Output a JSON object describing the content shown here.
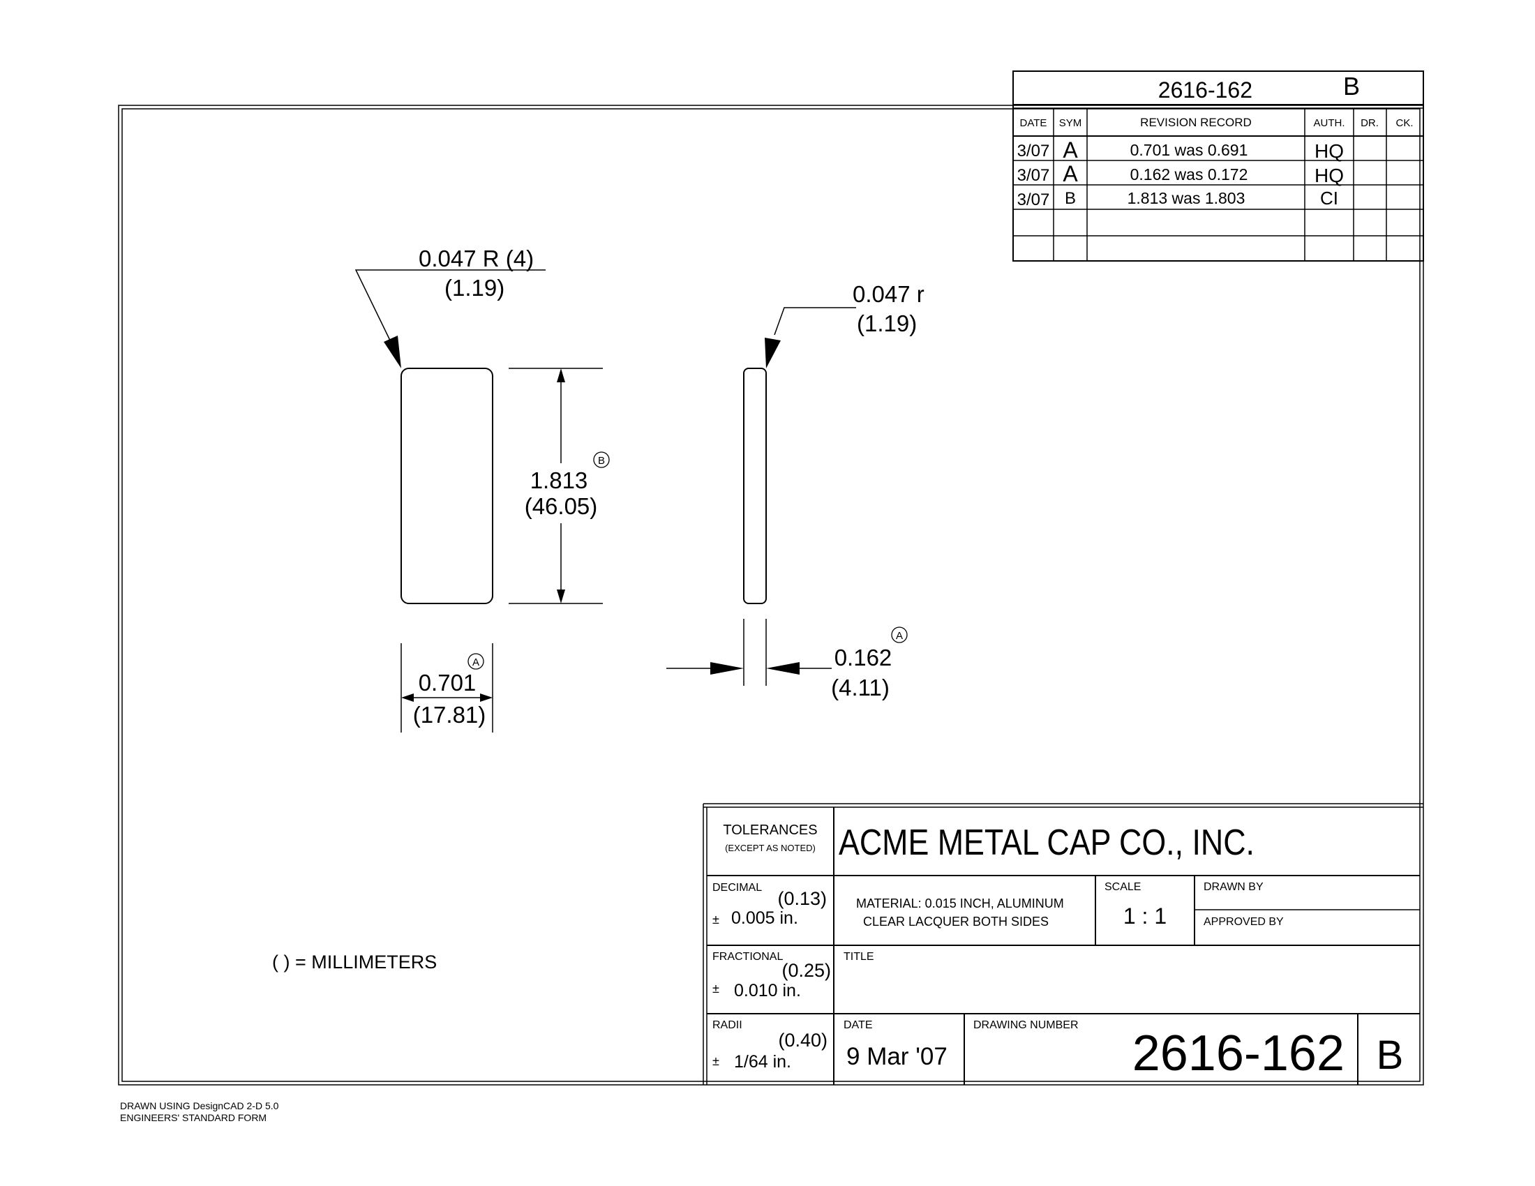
{
  "revision_block": {
    "header_number": "2616-162",
    "header_rev": "B",
    "columns": [
      "DATE",
      "SYM",
      "REVISION RECORD",
      "AUTH.",
      "DR.",
      "CK."
    ],
    "rows": [
      {
        "date": "3/07",
        "sym": "A",
        "record": "0.701  was 0.691",
        "auth": "HQ",
        "dr": "",
        "ck": ""
      },
      {
        "date": "3/07",
        "sym": "A",
        "record": "0.162  was 0.172",
        "auth": "HQ",
        "dr": "",
        "ck": ""
      },
      {
        "date": "3/07",
        "sym": "B",
        "record": "1.813 was 1.803",
        "auth": "CI",
        "dr": "",
        "ck": ""
      },
      {
        "date": "",
        "sym": "",
        "record": "",
        "auth": "",
        "dr": "",
        "ck": ""
      },
      {
        "date": "",
        "sym": "",
        "record": "",
        "auth": "",
        "dr": "",
        "ck": ""
      }
    ]
  },
  "dimensions": {
    "front_radius": {
      "inch": "0.047 R (4)",
      "mm": "(1.19)"
    },
    "side_radius": {
      "inch": "0.047 r",
      "mm": "(1.19)"
    },
    "height": {
      "inch": "1.813",
      "mm": "(46.05)",
      "rev": "B"
    },
    "width": {
      "inch": "0.701",
      "mm": "(17.81)",
      "rev": "A"
    },
    "thickness": {
      "inch": "0.162",
      "mm": "(4.11)",
      "rev": "A"
    }
  },
  "units_note": "( ) = MILLIMETERS",
  "title_block": {
    "tolerances_label": "TOLERANCES",
    "tolerances_note": "(EXCEPT AS NOTED)",
    "company": "ACME METAL CAP CO., INC.",
    "decimal": {
      "label": "DECIMAL",
      "mm": "(0.13)",
      "pm": "±",
      "value": "0.005 in."
    },
    "fractional": {
      "label": "FRACTIONAL",
      "mm": "(0.25)",
      "pm": "±",
      "value": "0.010 in."
    },
    "radii": {
      "label": "RADII",
      "mm": "(0.40)",
      "pm": "±",
      "value": "1/64 in."
    },
    "material_line1": "MATERIAL: 0.015 INCH, ALUMINUM",
    "material_line2": "CLEAR LACQUER BOTH SIDES",
    "scale_label": "SCALE",
    "scale_value": "1 : 1",
    "drawn_by_label": "DRAWN BY",
    "approved_by_label": "APPROVED BY",
    "title_label": "TITLE",
    "date_label": "DATE",
    "date_value": "9 Mar '07",
    "drawing_number_label": "DRAWING NUMBER",
    "drawing_number": "2616-162",
    "revision": "B"
  },
  "footer": {
    "line1": "DRAWN USING DesignCAD 2-D 5.0",
    "line2": "ENGINEERS' STANDARD FORM"
  }
}
